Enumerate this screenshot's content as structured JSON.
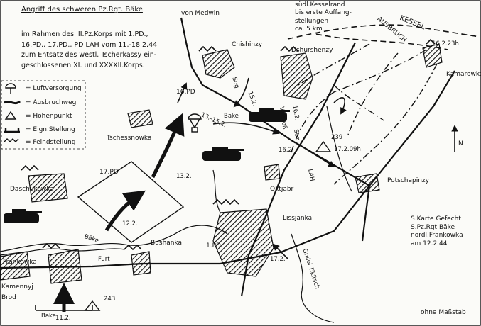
{
  "title": "Angriff des schweren Pz.Rgt. Bäke",
  "intro": "im Rahmen des III.Pz.Korps mit 1.PD.,\n16.PD., 17.PD., PD LAH vom 11.-18.2.44\nzum Entsatz des westl. Tscherkassy ein-\ngeschlossenen XI. und XXXXII.Korps.",
  "legend": [
    {
      "icon": "parachute-icon",
      "label": "= Luftversorgung"
    },
    {
      "icon": "breakout-arrow-icon",
      "label": "= Ausbruchweg"
    },
    {
      "icon": "triangle-hill-icon",
      "label": "= Höhenpunkt"
    },
    {
      "icon": "own-position-icon",
      "label": "= Eign.Stellung"
    },
    {
      "icon": "enemy-position-icon",
      "label": "= Feindstellung"
    }
  ],
  "top_note": "südl.Kesselrand\nbis erste Auffang-\nstellungen\nca. 5 km",
  "kessel": "KESSEL",
  "ausbruch": "AUSBRUCH",
  "towns": {
    "von_medwin": "von Medwin",
    "chishinzy": "Chishinzy",
    "dshurshenzy": "Dshurshenzy",
    "kamarowka": "Kamarowka",
    "tschessnowka": "Tschessnowka",
    "daschukowka": "Daschukowka",
    "frankowka": "Frankowka",
    "kamennyj": "Kamennyj",
    "brod": "Brod",
    "bushanka": "Bushanka",
    "oktjabr": "Oktjabr",
    "lissjanka": "Lissjanka",
    "potschapinzy": "Potschapinzy"
  },
  "unit_labels": {
    "pd16": "16.PD",
    "pd17": "17.PD",
    "pd1": "1.PD",
    "date_16_2_23h": "16.2.23h",
    "date_13_15_2": "13.-15.2.",
    "bake_a": "Bäke",
    "bake_b": "Bäke",
    "bake_c": "Bäke",
    "bake_d": "Bäke",
    "date_15_2": "15.2.",
    "date_16_2": "16.2.",
    "date_16_2b": "16.2.",
    "date_17_2_09h": "17.2.09h",
    "vorstoss": "Vorstoß",
    "sog": "Sog",
    "soz": "Soz",
    "date_13_2": "13.2.",
    "date_12_2": "12.2.",
    "date_17_2": "17.2.",
    "date_11_2": "11.2.",
    "lah": "LAH",
    "furt": "Furt",
    "gniloi_tikitsch": "Gniloi Tikitsch",
    "hill_239": "239",
    "hill_243": "243"
  },
  "bottom_note": "S.Karte Gefecht\nS.Pz.Rgt Bäke\nnördl.Frankowka\nam 12.2.44",
  "scale_note": "ohne Maßstab",
  "north": "N"
}
